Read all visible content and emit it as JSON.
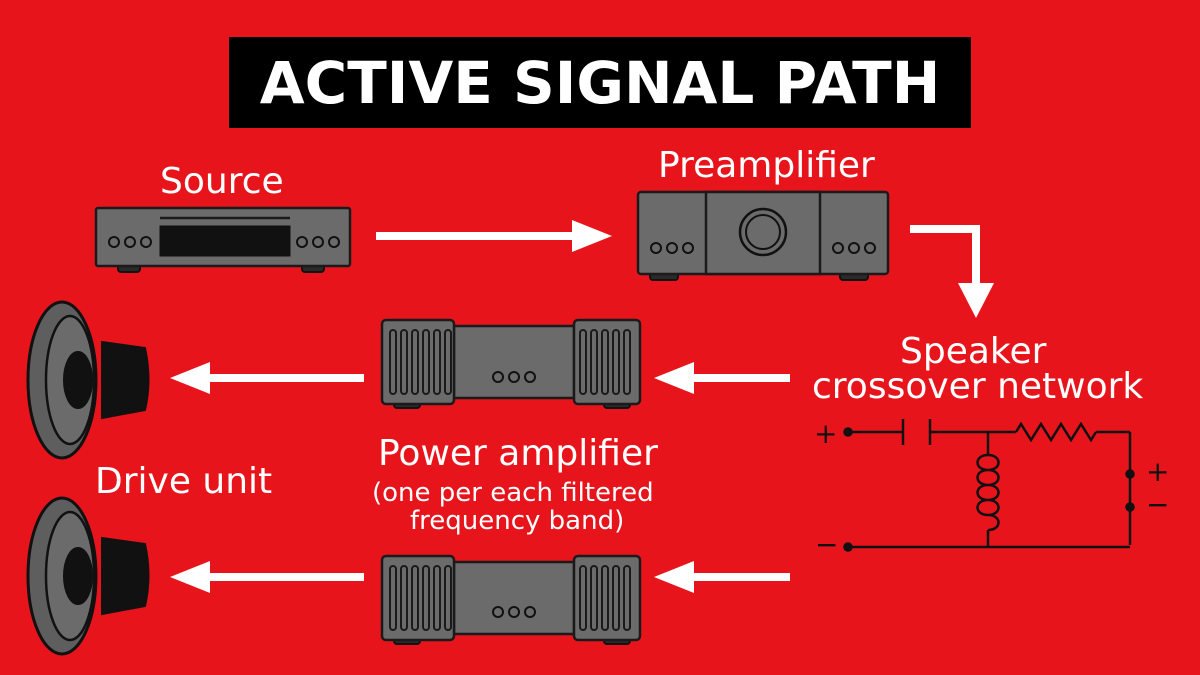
{
  "title": "ACTIVE SIGNAL PATH",
  "labels": {
    "source": "Source",
    "preamplifier": "Preamplifier",
    "crossover_line1": "Speaker",
    "crossover_line2": "crossover network",
    "power_amplifier": "Power amplifier",
    "power_amp_note_line1": "(one per each filtered",
    "power_amp_note_line2": "frequency band)",
    "drive_unit": "Drive unit"
  },
  "circuit_symbols": {
    "plus_in": "+",
    "minus_in": "−",
    "plus_out": "+",
    "minus_out": "−"
  },
  "colors": {
    "background": "#e8141c",
    "title_box": "#000000",
    "text": "#ffffff",
    "device_body": "#6b6b6b",
    "device_outline": "#1a1a1a",
    "arrow": "#ffffff"
  }
}
